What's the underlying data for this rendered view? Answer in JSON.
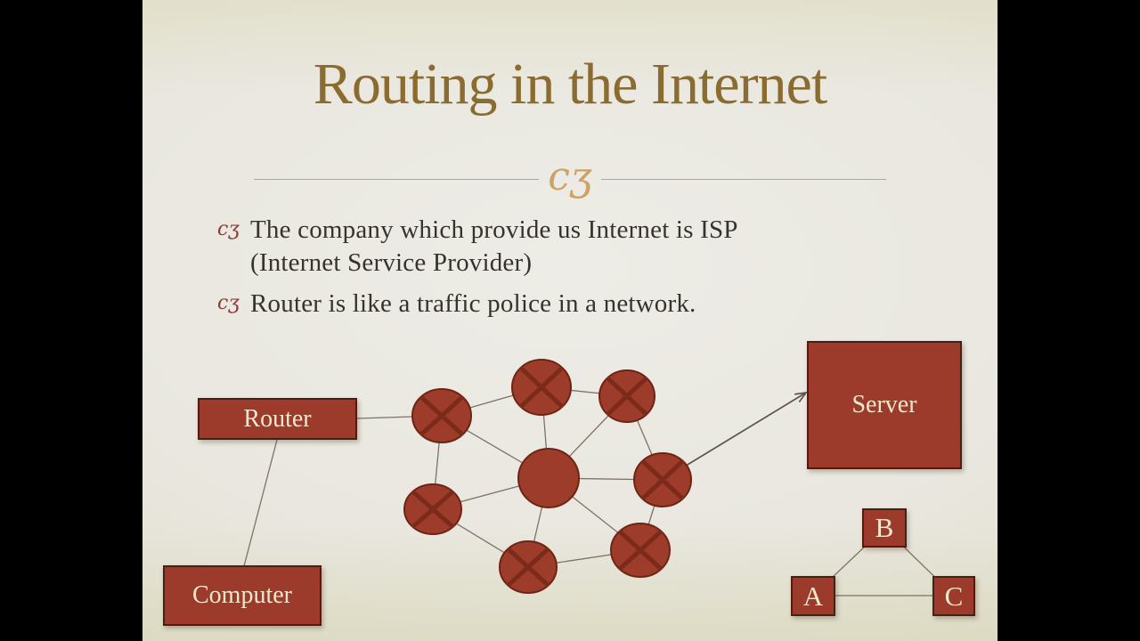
{
  "slide": {
    "title": "Routing in the Internet",
    "divider_ornament": "cʒ",
    "bullets": {
      "marker": "cʒ",
      "items": [
        {
          "lines": [
            "The company which provide us Internet is ISP",
            "(Internet Service Provider)"
          ]
        },
        {
          "lines": [
            "Router is like a traffic police in a network."
          ]
        }
      ]
    },
    "diagram": {
      "router_label": "Router",
      "computer_label": "Computer",
      "server_label": "Server",
      "node_a": "A",
      "node_b": "B",
      "node_c": "C",
      "router_symbol_count": 7,
      "hub_circle_count": 1
    },
    "colors": {
      "accent_red": "#9c3b2b",
      "cross_red": "#7c2b1a",
      "title_gold": "#8a6c30",
      "ornament_gold": "#cfa263",
      "bullet_marker_red": "#8e3b38",
      "body_text": "#38322e",
      "connector_gray": "#7f7165",
      "background_cream": "#e9e7dd",
      "letterbox": "#000000"
    }
  }
}
